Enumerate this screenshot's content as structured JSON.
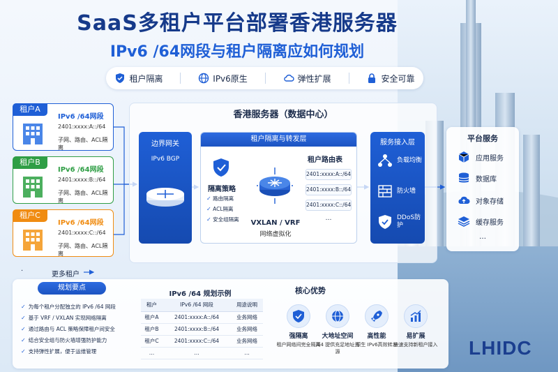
{
  "title": "SaaS多租户平台部署香港服务器",
  "subtitle": "IPv6 /64网段与租户隔离应如何规划",
  "features": [
    {
      "label": "租户隔离",
      "icon": "shield-check-icon"
    },
    {
      "label": "IPv6原生",
      "icon": "globe-icon"
    },
    {
      "label": "弹性扩展",
      "icon": "cloud-icon"
    },
    {
      "label": "安全可靠",
      "icon": "lock-icon"
    }
  ],
  "tenants": [
    {
      "tag": "租户A",
      "title": "IPv6 /64网段",
      "prefix": "2401:xxxx:A::/64",
      "desc": "子网、路由、ACL隔离",
      "color": "#1f5fd6"
    },
    {
      "tag": "租户B",
      "title": "IPv6 /64网段",
      "prefix": "2401:xxxx:B::/64",
      "desc": "子网、路由、ACL隔离",
      "color": "#2f9e45"
    },
    {
      "tag": "租户C",
      "title": "IPv6 /64网段",
      "prefix": "2401:xxxx:C::/64",
      "desc": "子网、路由、ACL隔离",
      "color": "#f08c12"
    }
  ],
  "more_tenants": "更多租户",
  "server": {
    "title": "香港服务器（数据中心）",
    "gateway": {
      "title": "边界网关",
      "sub": "IPv6 BGP"
    },
    "isolation": {
      "title": "租户隔离与转发层",
      "policy_title": "隔离策略",
      "policies": [
        "路由隔离",
        "ACL隔离",
        "安全组隔离"
      ],
      "vxlan_title": "VXLAN / VRF",
      "vxlan_sub": "网络虚拟化",
      "route_table_title": "租户路由表",
      "routes": [
        "2401:xxxx:A::/64",
        "2401:xxxx:B::/64",
        "2401:xxxx:C::/64"
      ],
      "routes_more": "…"
    },
    "access": {
      "title": "服务接入层",
      "items": [
        {
          "label": "负载均衡",
          "icon": "load-balance-icon"
        },
        {
          "label": "防火墙",
          "icon": "firewall-icon"
        },
        {
          "label": "DDoS防护",
          "icon": "ddos-shield-icon"
        }
      ]
    }
  },
  "platform": {
    "title": "平台服务",
    "items": [
      {
        "label": "应用服务",
        "icon": "cube-icon"
      },
      {
        "label": "数据库",
        "icon": "database-icon"
      },
      {
        "label": "对象存储",
        "icon": "cloud-upload-icon"
      },
      {
        "label": "缓存服务",
        "icon": "layers-icon"
      }
    ],
    "more": "…"
  },
  "planning": {
    "title": "规划要点",
    "items": [
      "为每个租户分配独立的 IPv6 /64 网段",
      "基于 VRF / VXLAN 实现网络隔离",
      "通过路由与 ACL 策略保障租户间安全",
      "结合安全组与防火墙增强防护能力",
      "支持弹性扩展，便于运维管理"
    ]
  },
  "table": {
    "title": "IPv6 /64 规划示例",
    "headers": [
      "租户",
      "IPv6 /64 网段",
      "用途说明"
    ],
    "rows": [
      [
        "租户A",
        "2401:xxxx:A::/64",
        "业务网络"
      ],
      [
        "租户B",
        "2401:xxxx:B::/64",
        "业务网络"
      ],
      [
        "租户C",
        "2401:xxxx:C::/64",
        "业务网络"
      ],
      [
        "…",
        "…",
        "…"
      ]
    ]
  },
  "advantages": {
    "title": "核心优势",
    "items": [
      {
        "title": "强隔离",
        "desc": "租户网络间完全隔离",
        "icon": "shield-check-icon"
      },
      {
        "title": "大地址空间",
        "desc": "/64 提供充足地址资源",
        "icon": "globe-icon"
      },
      {
        "title": "高性能",
        "desc": "原生 IPv6高效转发",
        "icon": "rocket-icon"
      },
      {
        "title": "易扩展",
        "desc": "快速支持新租户接入",
        "icon": "growth-chart-icon"
      }
    ]
  },
  "logo": "LHIDC",
  "colors": {
    "primary": "#1f5fd6",
    "navy": "#163a8a",
    "green": "#2f9e45",
    "orange": "#f08c12"
  }
}
